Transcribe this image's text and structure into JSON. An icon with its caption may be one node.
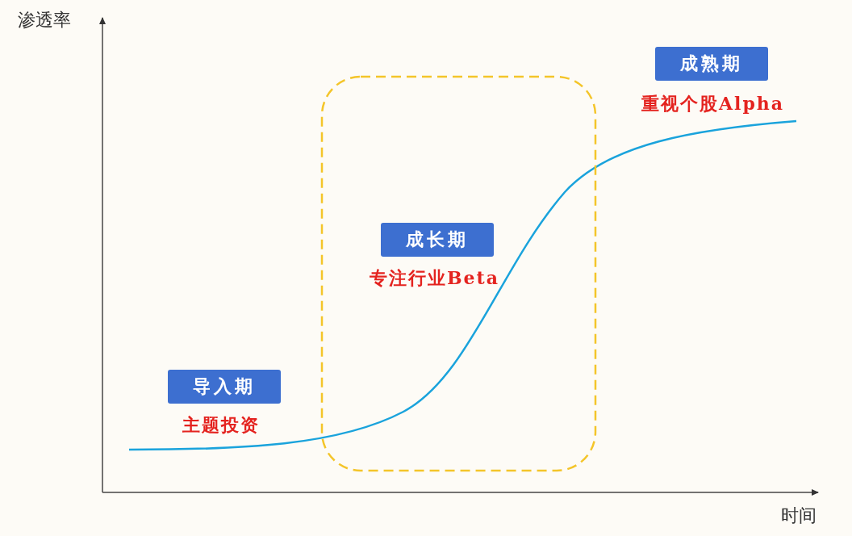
{
  "diagram": {
    "nodes": [
      {
        "text": [
          "导入期"
        ],
        "beside": [
          "主题投资"
        ]
      },
      {
        "text": [],
        "shape": "box"
      },
      {
        "text": [
          "成长期"
        ],
        "beside": [
          "专注行业Beta"
        ],
        "in": 1
      },
      {
        "text": [
          "成熟期"
        ],
        "beside": [
          "重视个股Alpha"
        ]
      }
    ],
    "edges": [],
    "labels": [
      "渗透率",
      "时间"
    ]
  }
}
